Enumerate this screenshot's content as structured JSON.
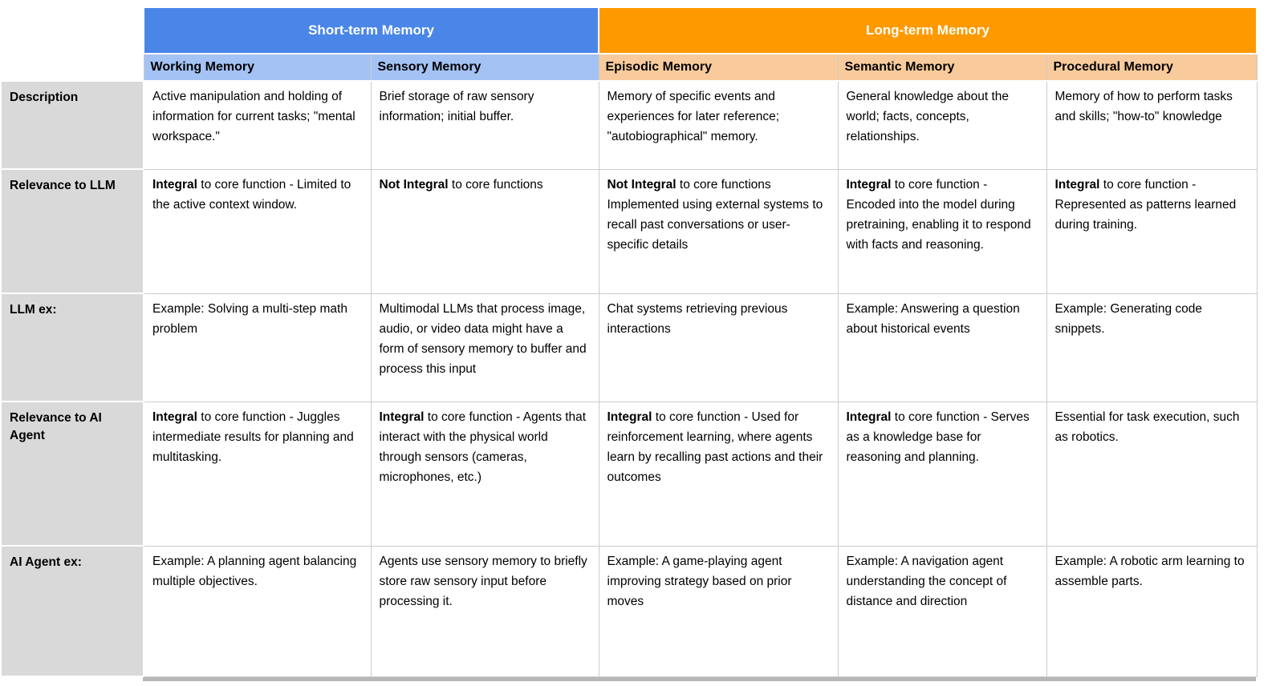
{
  "table": {
    "colors": {
      "short_term_header": "#4a86e8",
      "short_term_sub": "#a4c2f4",
      "long_term_header": "#ff9900",
      "long_term_sub": "#f9cb9c",
      "row_label_bg": "#d9d9d9",
      "grid_line": "#cccccc",
      "bottom_bar": "#b7b7b7",
      "header_text": "#ffffff",
      "body_text": "#000000"
    },
    "groups": [
      {
        "label": "Short-term Memory",
        "span": 2
      },
      {
        "label": "Long-term Memory",
        "span": 3
      }
    ],
    "columns": [
      "Working Memory",
      "Sensory Memory",
      "Episodic Memory",
      "Semantic Memory",
      "Procedural Memory"
    ],
    "rows": [
      {
        "label": "Description",
        "cells": [
          {
            "lead": "",
            "text": "Active manipulation and holding of information for current tasks; \"mental workspace.\""
          },
          {
            "lead": "",
            "text": "Brief storage of raw sensory information; initial buffer."
          },
          {
            "lead": "",
            "text": "Memory of specific events and experiences for later reference; \"autobiographical\" memory."
          },
          {
            "lead": "",
            "text": "General knowledge about the world; facts, concepts, relationships."
          },
          {
            "lead": "",
            "text": "Memory of how to perform tasks and skills; \"how-to\" knowledge"
          }
        ]
      },
      {
        "label": "Relevance to LLM",
        "cells": [
          {
            "lead": "Integral",
            "text": " to core function - Limited to the active context window."
          },
          {
            "lead": "Not Integral",
            "text": " to core functions"
          },
          {
            "lead": "Not Integral",
            "text": " to core functions Implemented using external systems to recall past conversations or user-specific details"
          },
          {
            "lead": "Integral",
            "text": " to core function - Encoded into the model during pretraining, enabling it to respond with facts and reasoning."
          },
          {
            "lead": "Integral",
            "text": " to core function - Represented as patterns learned during training."
          }
        ]
      },
      {
        "label": "LLM ex:",
        "cells": [
          {
            "lead": "",
            "text": "Example: Solving a multi-step math problem"
          },
          {
            "lead": "",
            "text": "Multimodal LLMs that process image, audio, or video data might have a form of sensory memory to buffer and process this input"
          },
          {
            "lead": "",
            "text": "Chat systems retrieving previous interactions"
          },
          {
            "lead": "",
            "text": "Example: Answering a question about historical events"
          },
          {
            "lead": "",
            "text": "Example: Generating code snippets."
          }
        ]
      },
      {
        "label": "Relevance to AI Agent",
        "cells": [
          {
            "lead": "Integral",
            "text": " to core function - Juggles intermediate results for planning and multitasking."
          },
          {
            "lead": "Integral",
            "text": " to core function - Agents that interact with the physical world through sensors (cameras, microphones, etc.)"
          },
          {
            "lead": "Integral",
            "text": " to core function - Used for reinforcement learning, where agents learn by recalling past actions and their outcomes"
          },
          {
            "lead": "Integral",
            "text": " to core function - Serves as a knowledge base for reasoning and planning."
          },
          {
            "lead": "",
            "text": "Essential for task execution, such as robotics."
          }
        ]
      },
      {
        "label": "AI Agent ex:",
        "cells": [
          {
            "lead": "",
            "text": "Example: A planning agent balancing multiple objectives."
          },
          {
            "lead": "",
            "text": "Agents use sensory memory to briefly store raw sensory input before processing it."
          },
          {
            "lead": "",
            "text": "Example: A game-playing agent improving strategy based on prior moves"
          },
          {
            "lead": "",
            "text": "Example: A navigation agent understanding the concept of distance and direction"
          },
          {
            "lead": "",
            "text": "Example: A robotic arm learning to assemble parts."
          }
        ]
      }
    ]
  }
}
